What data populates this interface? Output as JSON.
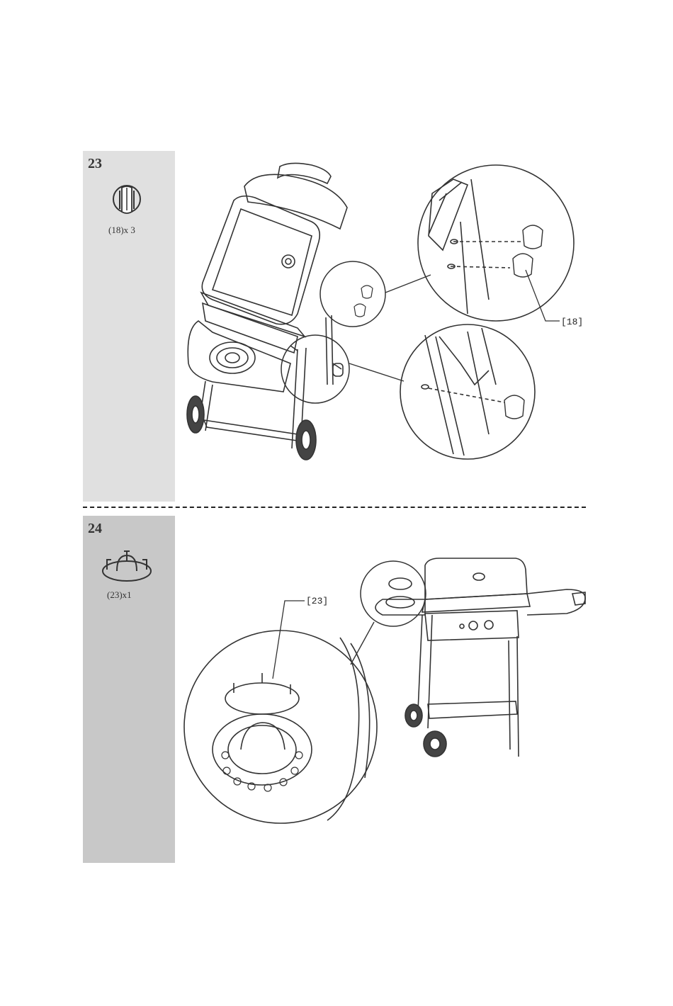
{
  "steps": [
    {
      "number": "23",
      "part_icon": "knob-icon",
      "quantity": "(18)x 3",
      "callout": "[18]"
    },
    {
      "number": "24",
      "part_icon": "burner-grate-icon",
      "quantity": "(23)x1",
      "callout": "[23]"
    }
  ]
}
